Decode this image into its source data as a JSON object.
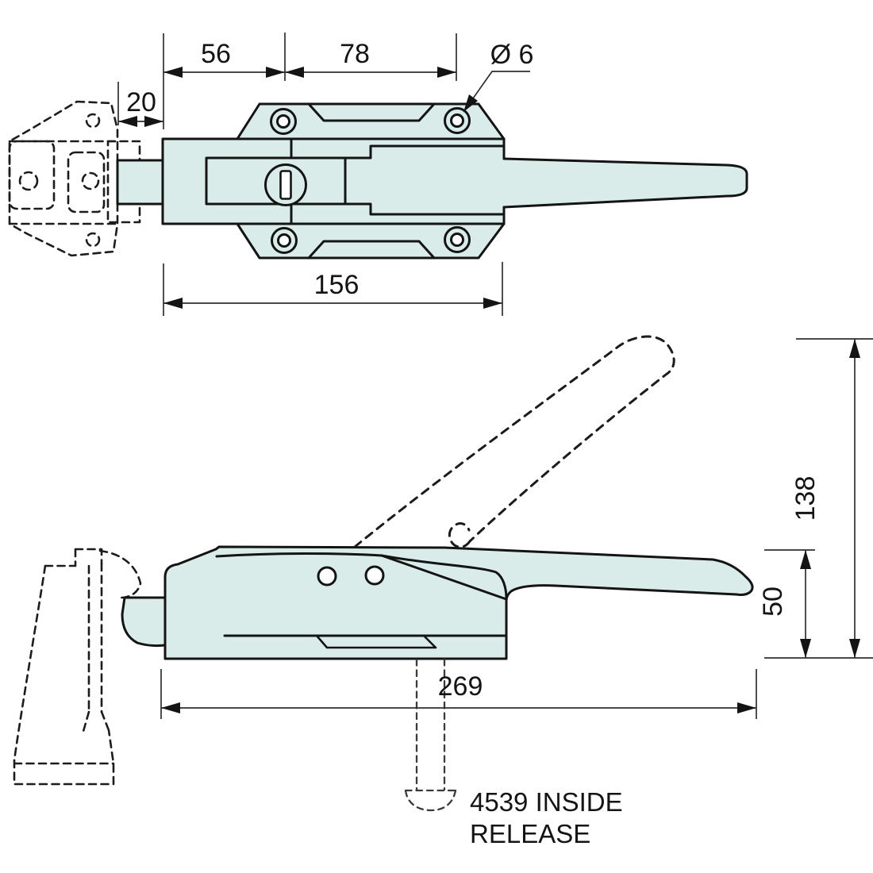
{
  "diagram": {
    "type": "technical-drawing",
    "views": [
      "top-view",
      "side-view-open"
    ]
  },
  "colors": {
    "part_fill": "#daece9",
    "outline": "#141414",
    "dim_line": "#2f2f2f",
    "text": "#141414",
    "background": "#ffffff"
  },
  "dims": {
    "d20": "20",
    "d56": "56",
    "d78": "78",
    "dia": "Ø 6",
    "d156": "156",
    "d269": "269",
    "d138": "138",
    "d50": "50"
  },
  "note": {
    "line1": "4539 INSIDE",
    "line2": "RELEASE"
  }
}
